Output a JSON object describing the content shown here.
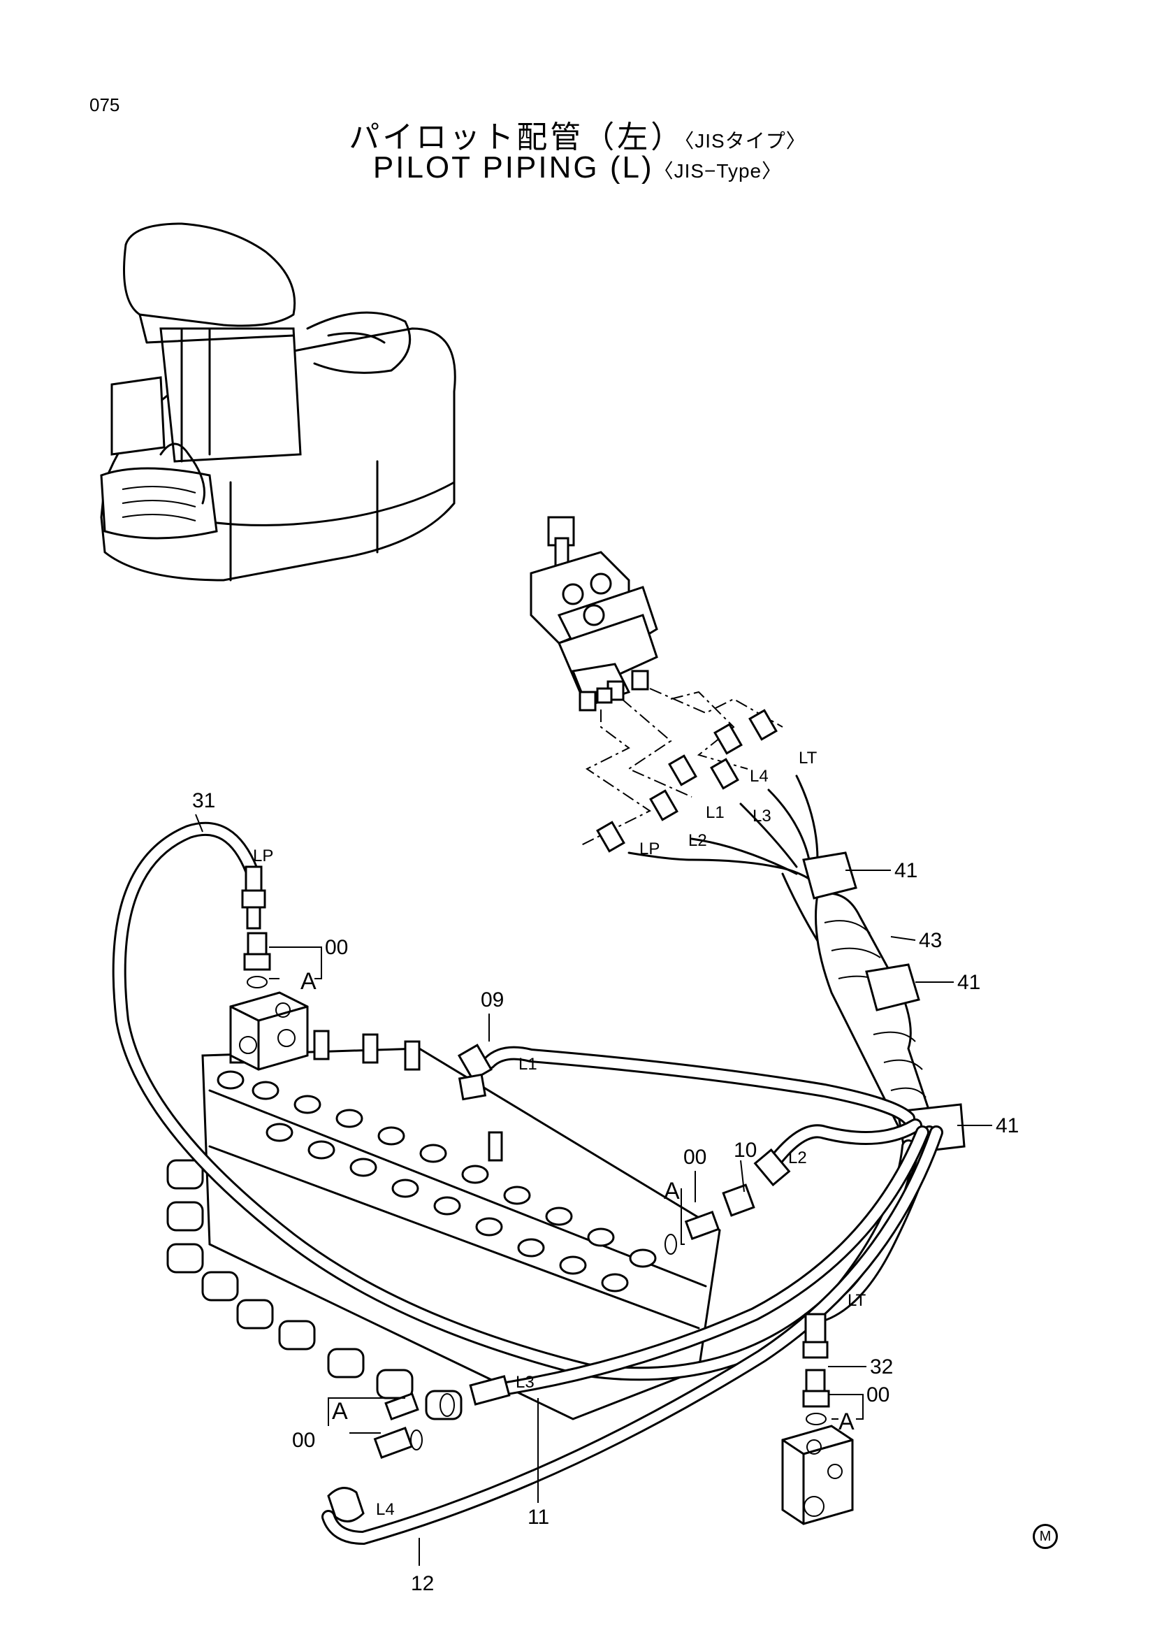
{
  "page_number": "075",
  "title": {
    "jp_main": "パイロット配管（左）",
    "jp_sub": "〈JISタイプ〉",
    "en_main": "PILOT PIPING (L)",
    "en_sub": "〈JIS−Type〉"
  },
  "callouts": {
    "c31": "31",
    "c41a": "41",
    "c43": "43",
    "c41b": "41",
    "c41c": "41",
    "c00a": "00",
    "c09": "09",
    "c10": "10",
    "c00b": "00",
    "c32": "32",
    "c00c": "00",
    "c00d": "00",
    "c11": "11",
    "c12": "12"
  },
  "port_labels": {
    "LP": "LP",
    "L1": "L1",
    "L2": "L2",
    "L3": "L3",
    "L4": "L4",
    "LT": "LT",
    "LP2": "LP",
    "L1b": "L1",
    "L2b": "L2",
    "L3b": "L3",
    "L4b": "L4",
    "LTb": "LT"
  },
  "detail_marks": {
    "Aa": "A",
    "Ab": "A",
    "Ac": "A",
    "Ad": "A"
  },
  "footer_mark": "M"
}
